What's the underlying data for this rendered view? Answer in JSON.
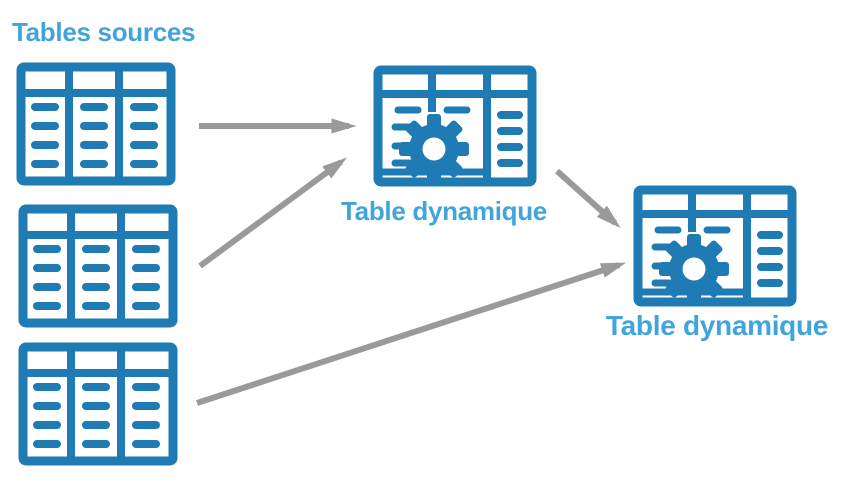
{
  "title": "Tables sources",
  "nodes": {
    "sources": [
      {
        "id": "source-1",
        "icon": "source-table-icon"
      },
      {
        "id": "source-2",
        "icon": "source-table-icon"
      },
      {
        "id": "source-3",
        "icon": "source-table-icon"
      }
    ],
    "pivots": [
      {
        "id": "pivot-1",
        "icon": "pivot-table-gear-icon",
        "label": "Table dynamique"
      },
      {
        "id": "pivot-2",
        "icon": "pivot-table-gear-icon",
        "label": "Table dynamique"
      }
    ]
  },
  "edges": [
    {
      "from": "source-1",
      "to": "pivot-1"
    },
    {
      "from": "source-2",
      "to": "pivot-1"
    },
    {
      "from": "pivot-1",
      "to": "pivot-2"
    },
    {
      "from": "source-3",
      "to": "pivot-2"
    }
  ],
  "colors": {
    "icon_blue": "#1E7BB3",
    "label_blue": "#41A4DB",
    "arrow_gray": "#9A9A9A",
    "background": "#FFFFFF"
  }
}
